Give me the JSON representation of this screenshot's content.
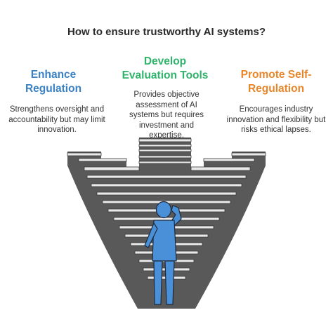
{
  "title": "How to ensure trustworthy AI systems?",
  "options": [
    {
      "title": "Enhance Regulation",
      "description": "Strengthens oversight and accountability but may limit innovation.",
      "color": "#3b82c4"
    },
    {
      "title": "Develop Evaluation Tools",
      "description": "Provides objective assessment of AI systems but requires investment and expertise.",
      "color": "#2fb36b"
    },
    {
      "title": "Promote Self-Regulation",
      "description": "Encourages industry innovation and flexibility but risks ethical lapses.",
      "color": "#e8862a"
    }
  ],
  "colors": {
    "stair_face": "#595959",
    "stair_top": "#e9e9e9",
    "figure": "#4a90d9"
  }
}
